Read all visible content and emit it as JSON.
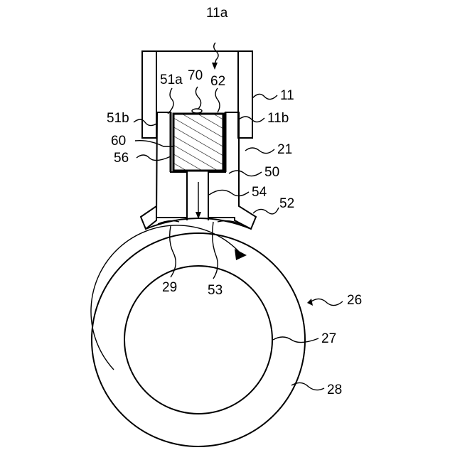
{
  "labels": {
    "l11a": "11a",
    "l11": "11",
    "l11b": "11b",
    "l51a": "51a",
    "l70": "70",
    "l62": "62",
    "l51b": "51b",
    "l60": "60",
    "l56": "56",
    "l21": "21",
    "l50": "50",
    "l54": "54",
    "l52": "52",
    "l29": "29",
    "l53": "53",
    "l26": "26",
    "l27": "27",
    "l28": "28"
  }
}
